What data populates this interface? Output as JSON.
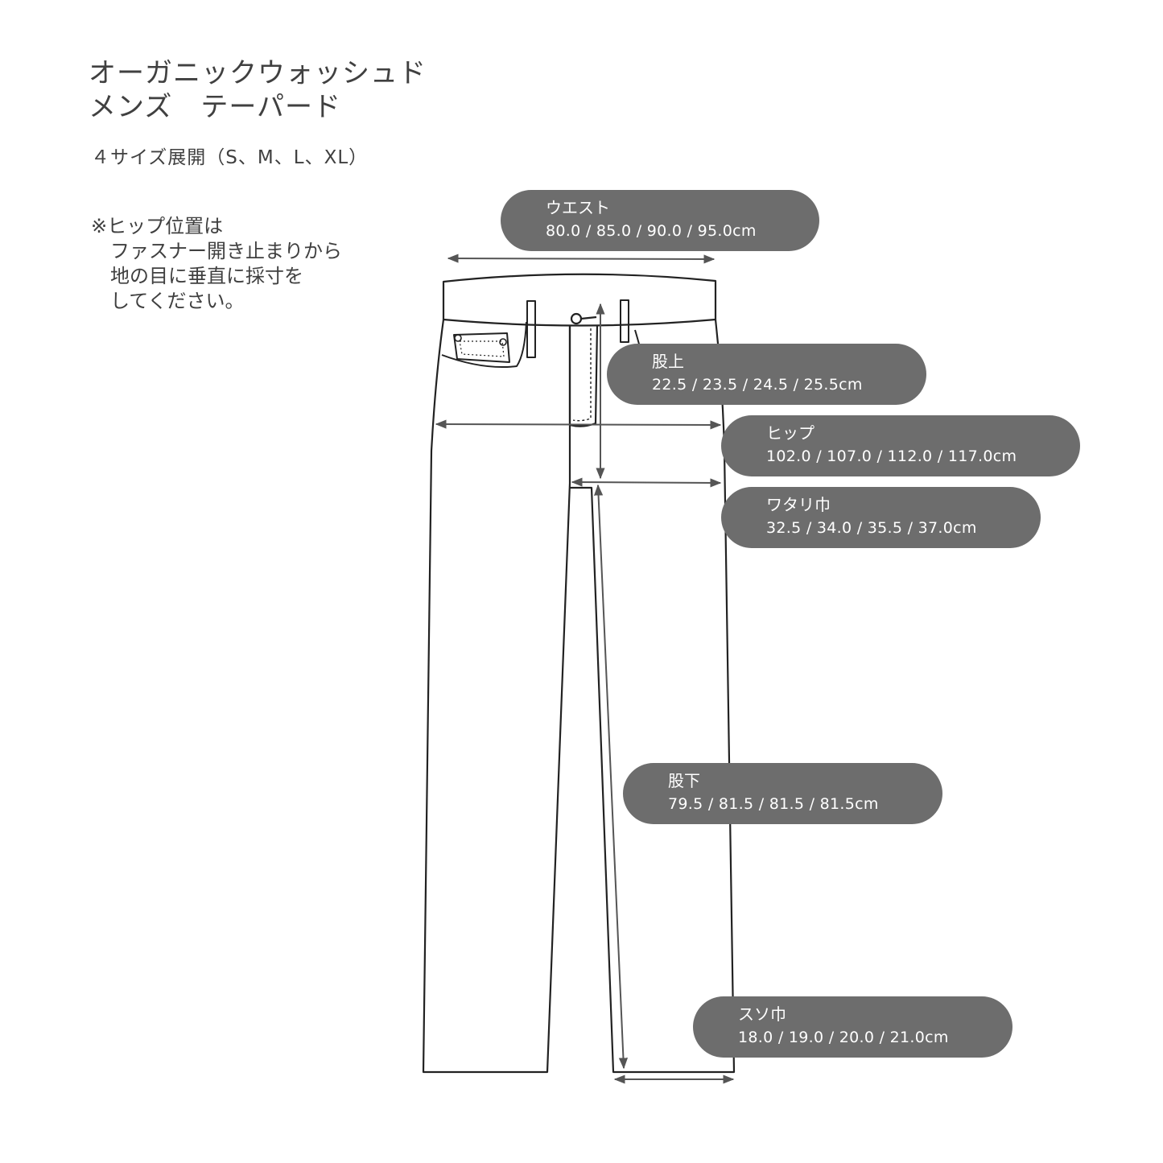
{
  "title": {
    "line1": "オーガニックウォッシュド",
    "line2": "メンズ　テーパード"
  },
  "sizes_note": "４サイズ展開（S、M、L、XL）",
  "hip_note": {
    "line1": "※ヒップ位置は",
    "line2": "　ファスナー開き止まりから",
    "line3": "　地の目に垂直に採寸を",
    "line4": "　してください。"
  },
  "measurements": {
    "waist": {
      "label": "ウエスト",
      "values": "80.0  /  85.0  /  90.0  /  95.0cm"
    },
    "rise": {
      "label": "股上",
      "values": "22.5  /  23.5  /  24.5  /  25.5cm"
    },
    "hip": {
      "label": "ヒップ",
      "values": "102.0  /  107.0  /  112.0  /  117.0cm"
    },
    "thigh": {
      "label": "ワタリ巾",
      "values": "32.5  /  34.0  /  35.5  /  37.0cm"
    },
    "inseam": {
      "label": "股下",
      "values": "79.5  /  81.5  /  81.5  /  81.5cm"
    },
    "hem": {
      "label": "スソ巾",
      "values": "18.0  /  19.0  /  20.0  /  21.0cm"
    }
  }
}
